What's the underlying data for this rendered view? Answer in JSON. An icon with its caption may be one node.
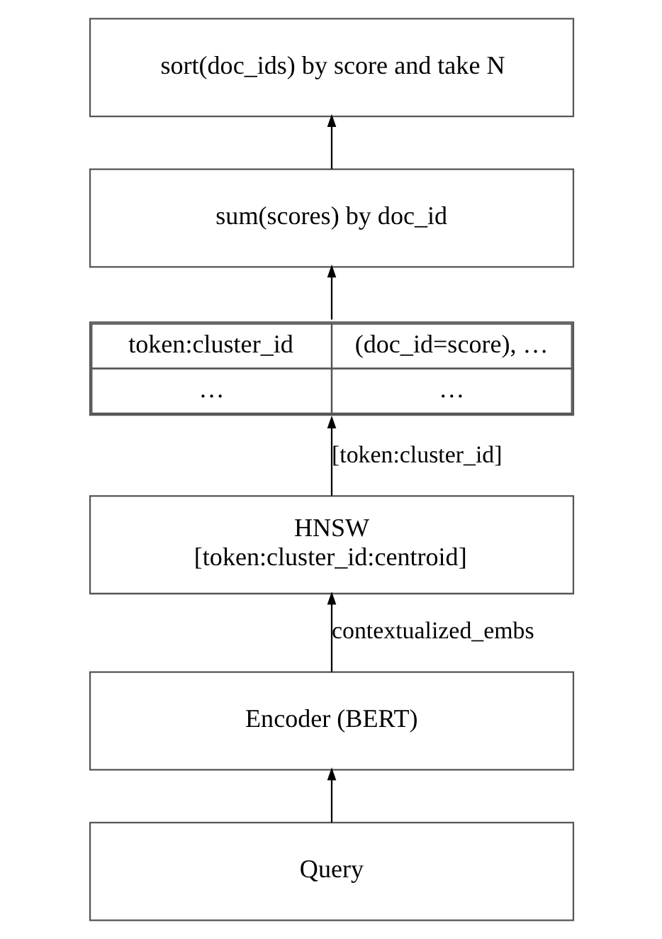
{
  "diagram": {
    "nodes": [
      {
        "text": [
          "sort(doc_ids) by score and take N"
        ]
      },
      {
        "text": [
          "sum(scores) by doc_id"
        ]
      },
      {
        "text": [
          "token:cluster_id",
          "(doc_id=score), …",
          "…",
          "…"
        ]
      },
      {
        "text": [
          "HNSW",
          "[token:cluster_id:centroid]"
        ]
      },
      {
        "text": [
          "Encoder (BERT)"
        ]
      },
      {
        "text": [
          "Query"
        ]
      }
    ],
    "edges": [
      {
        "from": 1,
        "to": 0,
        "arrow": "to"
      },
      {
        "from": 2,
        "to": 1,
        "arrow": "to"
      },
      {
        "from": 3,
        "to": 2,
        "arrow": "to",
        "label": "[token:cluster_id]"
      },
      {
        "from": 4,
        "to": 3,
        "arrow": "to",
        "label": "contextualized_embs"
      },
      {
        "from": 5,
        "to": 4,
        "arrow": "to"
      }
    ]
  }
}
